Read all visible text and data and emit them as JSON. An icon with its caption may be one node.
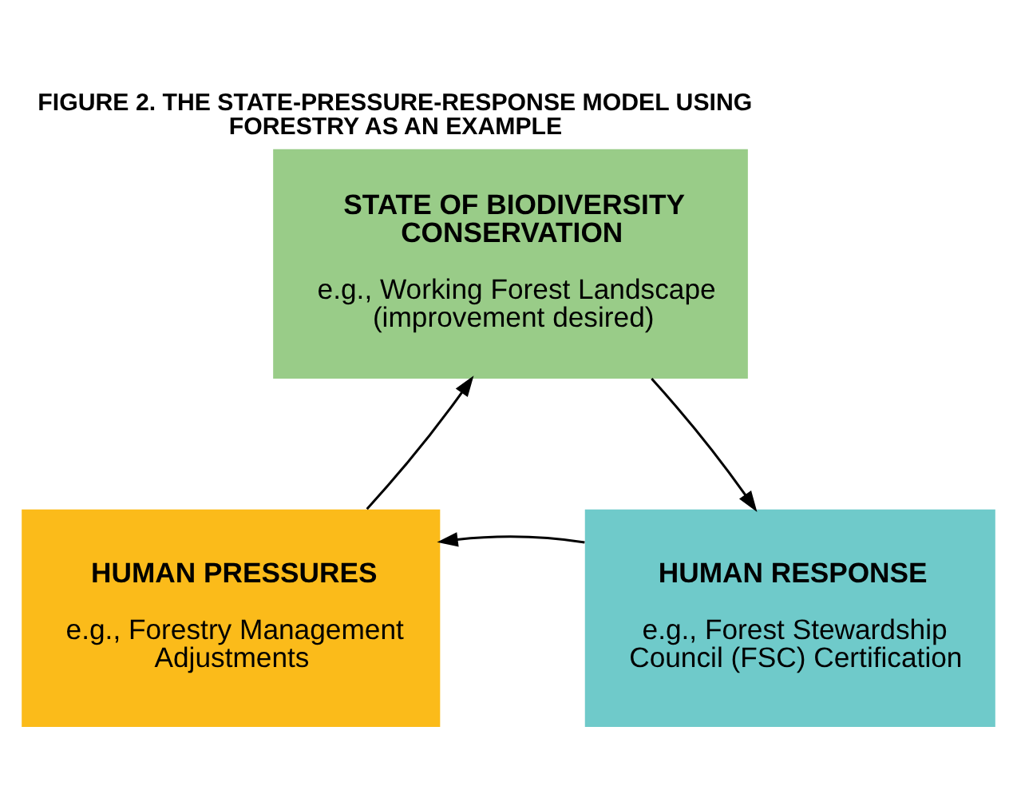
{
  "diagram": {
    "title": "FIGURE 2. THE STATE-PRESSURE-RESPONSE MODEL USING FORESTRY AS AN EXAMPLE",
    "nodes": [
      {
        "text": [
          "STATE OF BIODIVERSITY CONSERVATION",
          "e.g., Working Forest Landscape (improvement desired)"
        ]
      },
      {
        "text": [
          "HUMAN PRESSURES",
          "e.g., Forestry Management Adjustments"
        ]
      },
      {
        "text": [
          "HUMAN RESPONSE",
          "e.g., Forest Stewardship Council (FSC) Certification"
        ]
      }
    ],
    "edges": [
      {
        "from": 1,
        "to": 0,
        "arrow": "to"
      },
      {
        "from": 0,
        "to": 2,
        "arrow": "to"
      },
      {
        "from": 2,
        "to": 1,
        "arrow": "to"
      }
    ]
  }
}
